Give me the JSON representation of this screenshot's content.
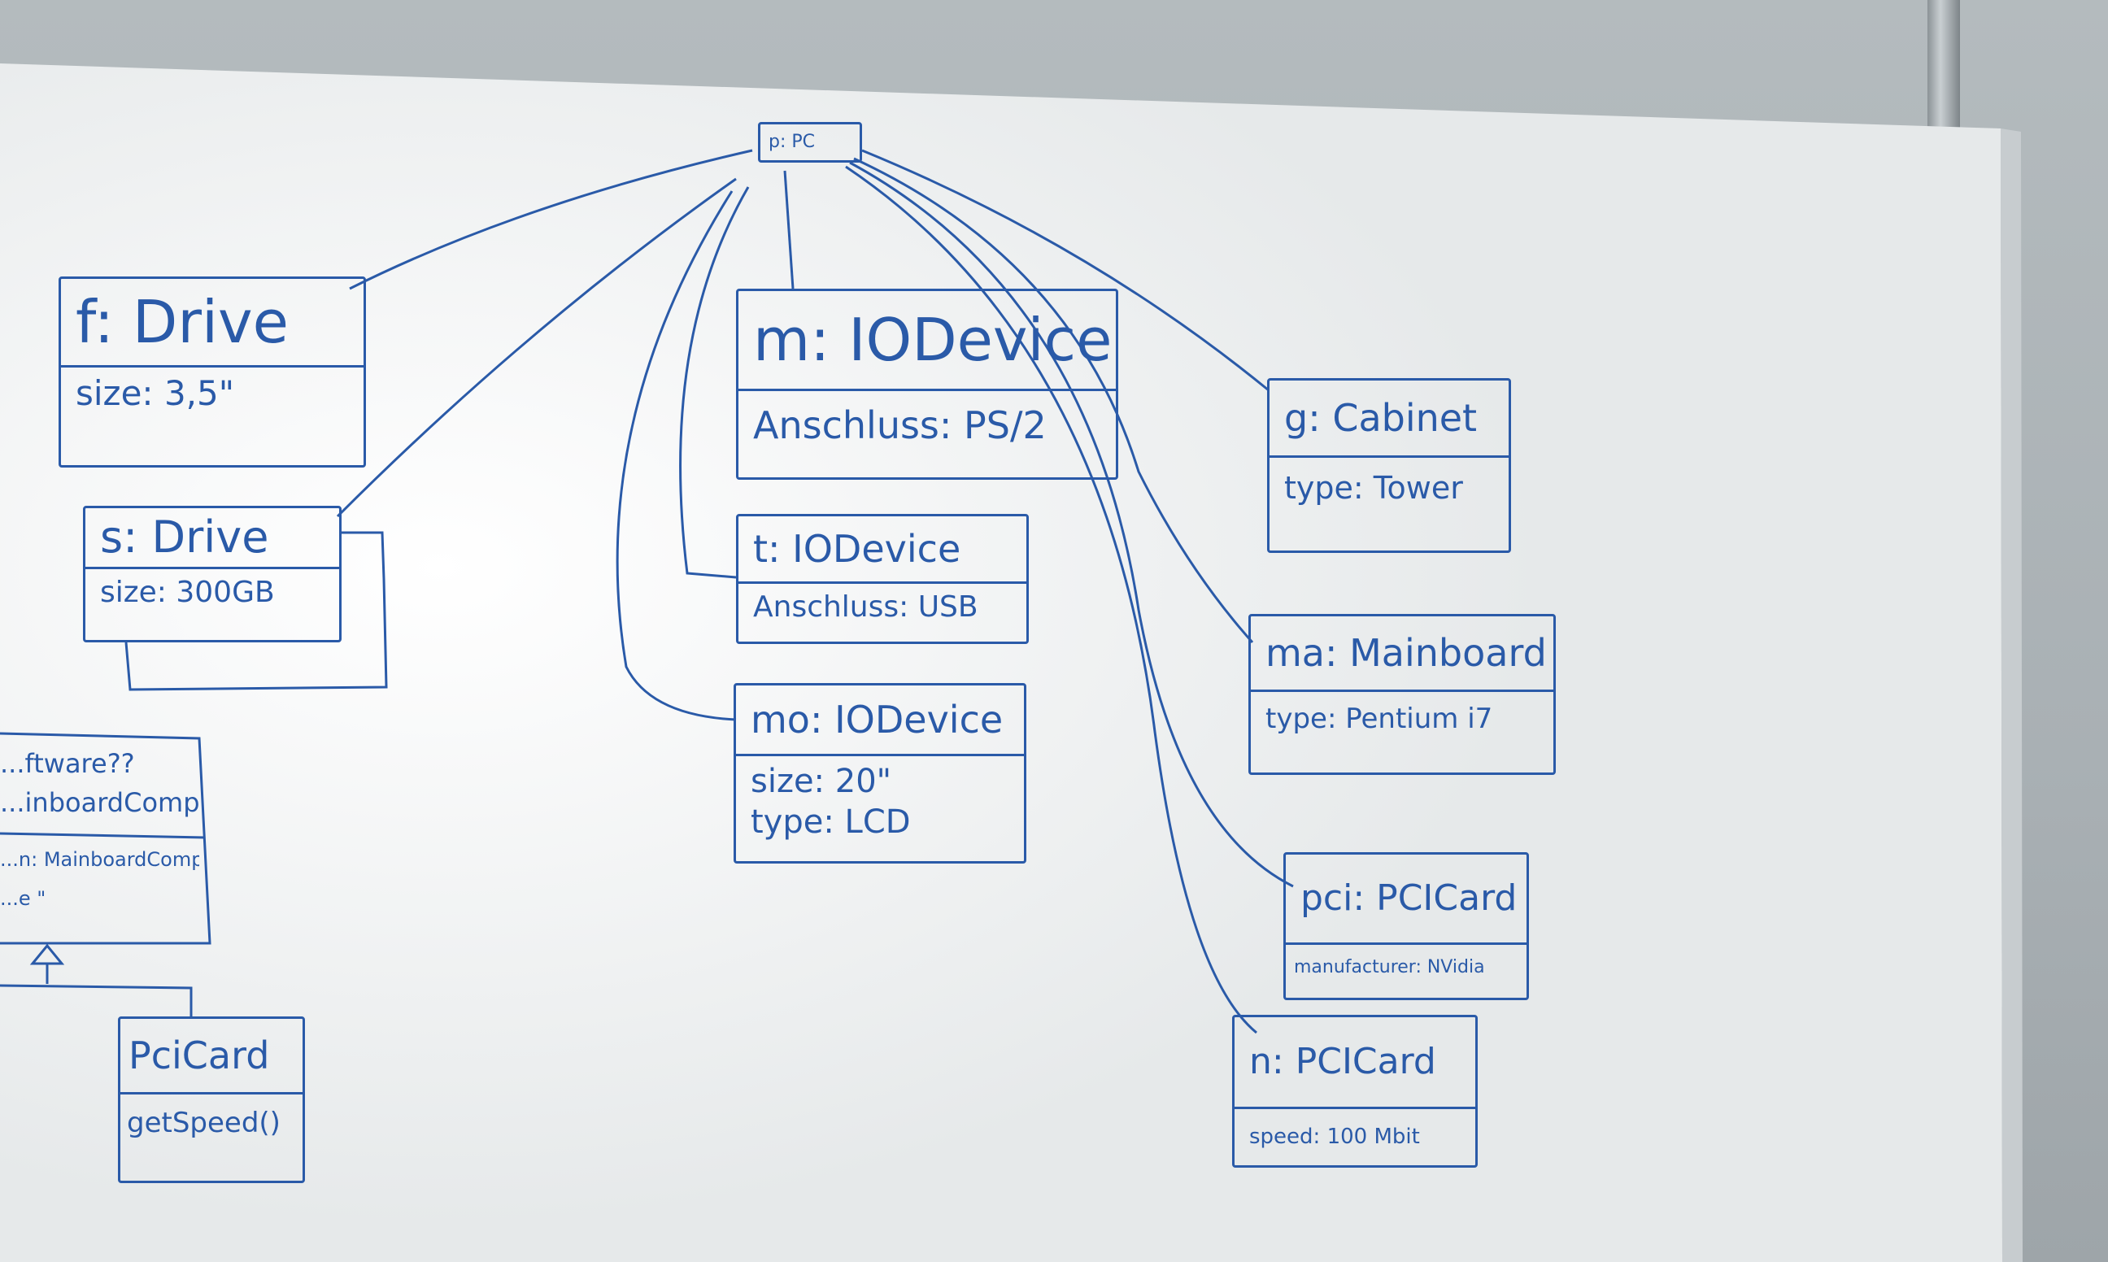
{
  "colors": {
    "ink": "#2a5aa8",
    "board": "#f2f4f4",
    "wall": "#aab1b5"
  },
  "objects": {
    "root": {
      "name": "p: PC"
    },
    "fdrive": {
      "name": "f: Drive",
      "attrs": [
        "size: 3,5\""
      ]
    },
    "sdrive": {
      "name": "s: Drive",
      "attrs": [
        "size: 300GB"
      ]
    },
    "mio": {
      "name": "m: IODevice",
      "attrs": [
        "Anschluss: PS/2"
      ]
    },
    "tio": {
      "name": "t:  IODevice",
      "attrs": [
        "Anschluss: USB"
      ]
    },
    "moio": {
      "name": "mo: IODevice",
      "attrs": [
        "size: 20\"",
        "type: LCD"
      ]
    },
    "gcab": {
      "name": "g: Cabinet",
      "attrs": [
        "type: Tower"
      ]
    },
    "mamb": {
      "name": "ma: Mainboard",
      "attrs": [
        "type: Pentium i7"
      ]
    },
    "pci": {
      "name": "pci: PCICard",
      "attrs": [
        "manufacturer: NVidia"
      ]
    },
    "npci": {
      "name": "n: PCICard",
      "attrs": [
        "speed: 100 Mbit"
      ]
    }
  },
  "class_fragment": {
    "lines": [
      "...ftware??",
      "...inboardComp",
      "...n: MainboardComp)",
      "...e  \""
    ]
  },
  "pcicard_class": {
    "name": "PciCard",
    "methods": [
      "getSpeed()"
    ]
  }
}
